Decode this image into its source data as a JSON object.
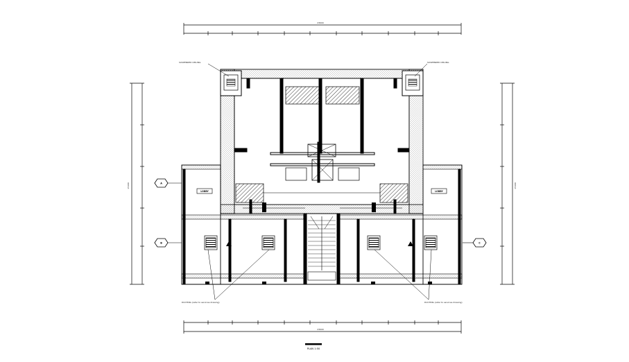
{
  "drawing": {
    "scale_title": "PLAN 1:50"
  },
  "grid_tags": {
    "left_upper": "A",
    "left_lower": "B",
    "right": "C"
  },
  "dimensions": {
    "top_overall": "23600",
    "bottom_overall": "23600",
    "left_overall": "15400",
    "right_overall": "15400"
  },
  "notes": {
    "tl": "SUSPENDED CEILING",
    "tr": "SUSPENDED CEILING",
    "bl": "DUCTING (refer to services drawing)",
    "br": "DUCTING (refer to services drawing)"
  },
  "room_tags": {
    "left": "LOBBY",
    "right": "LOBBY"
  },
  "colors": {
    "line": "#000000",
    "hatch": "#000000",
    "fill": "#ffffff"
  }
}
